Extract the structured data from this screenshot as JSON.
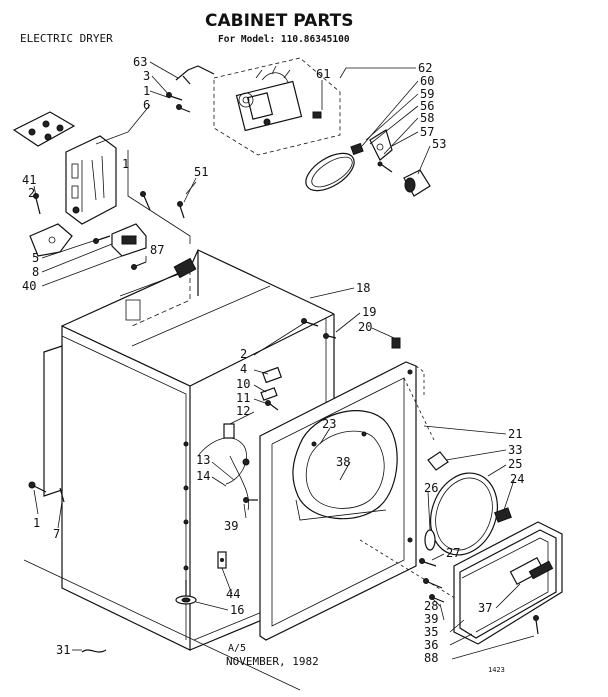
{
  "header": {
    "title": "CABINET PARTS",
    "model": "For Model: 110.86345100",
    "product": "ELECTRIC DRYER"
  },
  "footer": {
    "page": "A/5",
    "date": "NOVEMBER, 1982",
    "code": "1423"
  },
  "callouts": [
    {
      "id": "c63",
      "text": "63"
    },
    {
      "id": "c3a",
      "text": "3"
    },
    {
      "id": "c1a",
      "text": "1"
    },
    {
      "id": "c6",
      "text": "6"
    },
    {
      "id": "c41",
      "text": "41"
    },
    {
      "id": "c2a",
      "text": "2"
    },
    {
      "id": "c1b",
      "text": "1"
    },
    {
      "id": "c5",
      "text": "5"
    },
    {
      "id": "c8",
      "text": "8"
    },
    {
      "id": "c40",
      "text": "40"
    },
    {
      "id": "c87",
      "text": "87"
    },
    {
      "id": "c51",
      "text": "51"
    },
    {
      "id": "c61",
      "text": "61"
    },
    {
      "id": "c62",
      "text": "62"
    },
    {
      "id": "c60",
      "text": "60"
    },
    {
      "id": "c59",
      "text": "59"
    },
    {
      "id": "c56",
      "text": "56"
    },
    {
      "id": "c58",
      "text": "58"
    },
    {
      "id": "c57",
      "text": "57"
    },
    {
      "id": "c53",
      "text": "53"
    },
    {
      "id": "c18",
      "text": "18"
    },
    {
      "id": "c19",
      "text": "19"
    },
    {
      "id": "c20",
      "text": "20"
    },
    {
      "id": "c2b",
      "text": "2"
    },
    {
      "id": "c4",
      "text": "4"
    },
    {
      "id": "c10",
      "text": "10"
    },
    {
      "id": "c11",
      "text": "11"
    },
    {
      "id": "c12",
      "text": "12"
    },
    {
      "id": "c23",
      "text": "23"
    },
    {
      "id": "c38",
      "text": "38"
    },
    {
      "id": "c21",
      "text": "21"
    },
    {
      "id": "c33",
      "text": "33"
    },
    {
      "id": "c25",
      "text": "25"
    },
    {
      "id": "c24",
      "text": "24"
    },
    {
      "id": "c26",
      "text": "26"
    },
    {
      "id": "c13",
      "text": "13"
    },
    {
      "id": "c14",
      "text": "14"
    },
    {
      "id": "c39a",
      "text": "39"
    },
    {
      "id": "c1c",
      "text": "1"
    },
    {
      "id": "c7",
      "text": "7"
    },
    {
      "id": "c27",
      "text": "27"
    },
    {
      "id": "c28",
      "text": "28"
    },
    {
      "id": "c39b",
      "text": "39"
    },
    {
      "id": "c35",
      "text": "35"
    },
    {
      "id": "c36",
      "text": "36"
    },
    {
      "id": "c88",
      "text": "88"
    },
    {
      "id": "c37",
      "text": "37"
    },
    {
      "id": "c44",
      "text": "44"
    },
    {
      "id": "c16",
      "text": "16"
    },
    {
      "id": "c31",
      "text": "31"
    }
  ]
}
